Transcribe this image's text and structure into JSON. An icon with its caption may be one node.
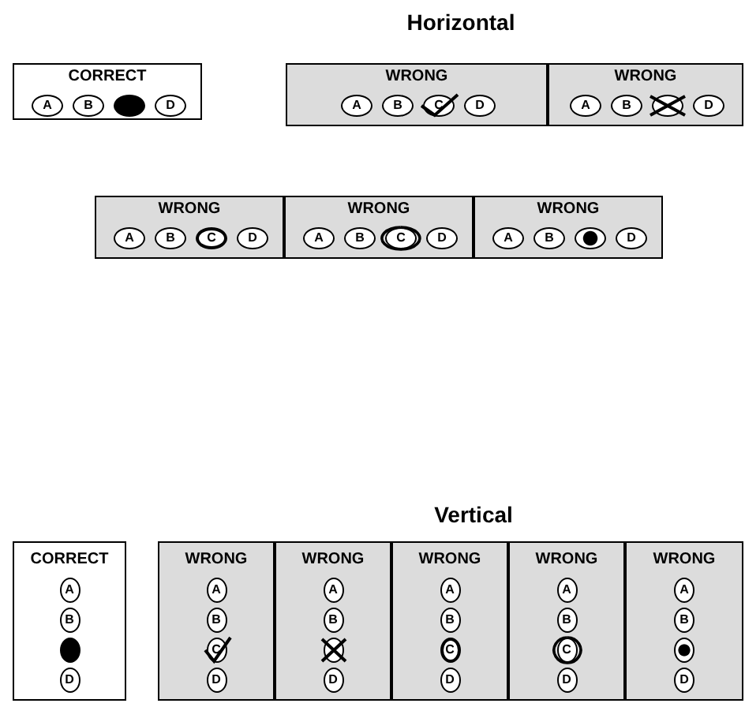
{
  "diagram": {
    "nodes": [
      {
        "text": [
          "CORRECT"
        ]
      },
      {
        "text": [
          "A"
        ],
        "in": 0
      },
      {
        "text": [
          "B"
        ],
        "in": 0
      },
      {
        "text": [],
        "shape": "circle",
        "in": 0
      },
      {
        "text": [
          "D"
        ],
        "in": 0
      },
      {
        "text": [
          "WRONG"
        ]
      },
      {
        "text": [
          "A"
        ],
        "in": 5
      },
      {
        "text": [
          "B"
        ],
        "in": 5
      },
      {
        "text": [
          "C"
        ],
        "in": 5
      },
      {
        "text": [
          "D"
        ],
        "in": 5
      },
      {
        "text": [
          "WRONG"
        ]
      },
      {
        "text": [
          "A"
        ],
        "in": 10
      },
      {
        "text": [
          "B"
        ],
        "in": 10
      },
      {
        "text": [],
        "shape": "circle",
        "in": 10
      },
      {
        "text": [
          "D"
        ],
        "in": 10
      },
      {
        "text": [
          "WRONG"
        ]
      },
      {
        "text": [
          "A"
        ],
        "in": 15
      },
      {
        "text": [
          "B"
        ],
        "in": 15
      },
      {
        "text": [
          "C"
        ],
        "in": 15
      },
      {
        "text": [
          "D"
        ],
        "in": 15
      },
      {
        "text": [
          "WRONG"
        ]
      },
      {
        "text": [
          "A"
        ],
        "in": 20
      },
      {
        "text": [
          "B"
        ],
        "in": 20
      },
      {
        "text": [
          "C"
        ],
        "in": 20
      },
      {
        "text": [
          "D"
        ],
        "in": 20
      },
      {
        "text": [
          "WRONG"
        ]
      },
      {
        "text": [
          "A"
        ],
        "in": 25
      },
      {
        "text": [
          "B"
        ],
        "in": 25
      },
      {
        "text": [],
        "shape": "circle",
        "in": 25
      },
      {
        "text": [
          "D"
        ],
        "in": 25
      },
      {
        "text": [
          "CORRECT"
        ]
      },
      {
        "text": [
          "A"
        ],
        "in": 30
      },
      {
        "text": [
          "B"
        ],
        "in": 30
      },
      {
        "text": [],
        "shape": "circle",
        "in": 30
      },
      {
        "text": [
          "D"
        ],
        "in": 30
      },
      {
        "text": [
          "WRONG"
        ]
      },
      {
        "text": [
          "A"
        ],
        "in": 35
      },
      {
        "text": [
          "B"
        ],
        "in": 35
      },
      {
        "text": [
          "C"
        ],
        "in": 35
      },
      {
        "text": [
          "D"
        ],
        "in": 35
      },
      {
        "text": [
          "WRONG"
        ]
      },
      {
        "text": [
          "A"
        ],
        "in": 40
      },
      {
        "text": [
          "B"
        ],
        "in": 40
      },
      {
        "text": [],
        "shape": "circle",
        "in": 40
      },
      {
        "text": [
          "D"
        ],
        "in": 40
      },
      {
        "text": [
          "WRONG"
        ]
      },
      {
        "text": [
          "A"
        ],
        "in": 45
      },
      {
        "text": [
          "B"
        ],
        "in": 45
      },
      {
        "text": [
          "C"
        ],
        "in": 45
      },
      {
        "text": [
          "D"
        ],
        "in": 45
      },
      {
        "text": [
          "WRONG"
        ]
      },
      {
        "text": [
          "A"
        ],
        "in": 50
      },
      {
        "text": [
          "B"
        ],
        "in": 50
      },
      {
        "text": [
          "C"
        ],
        "in": 50
      },
      {
        "text": [
          "D"
        ],
        "in": 50
      },
      {
        "text": [
          "WRONG"
        ]
      },
      {
        "text": [
          "A"
        ],
        "in": 55
      },
      {
        "text": [
          "B"
        ],
        "in": 55
      },
      {
        "text": [],
        "shape": "circle",
        "in": 55
      },
      {
        "text": [
          "D"
        ],
        "in": 55
      }
    ],
    "edges": [],
    "labels": [
      "Horizontal",
      "Vertical"
    ]
  }
}
